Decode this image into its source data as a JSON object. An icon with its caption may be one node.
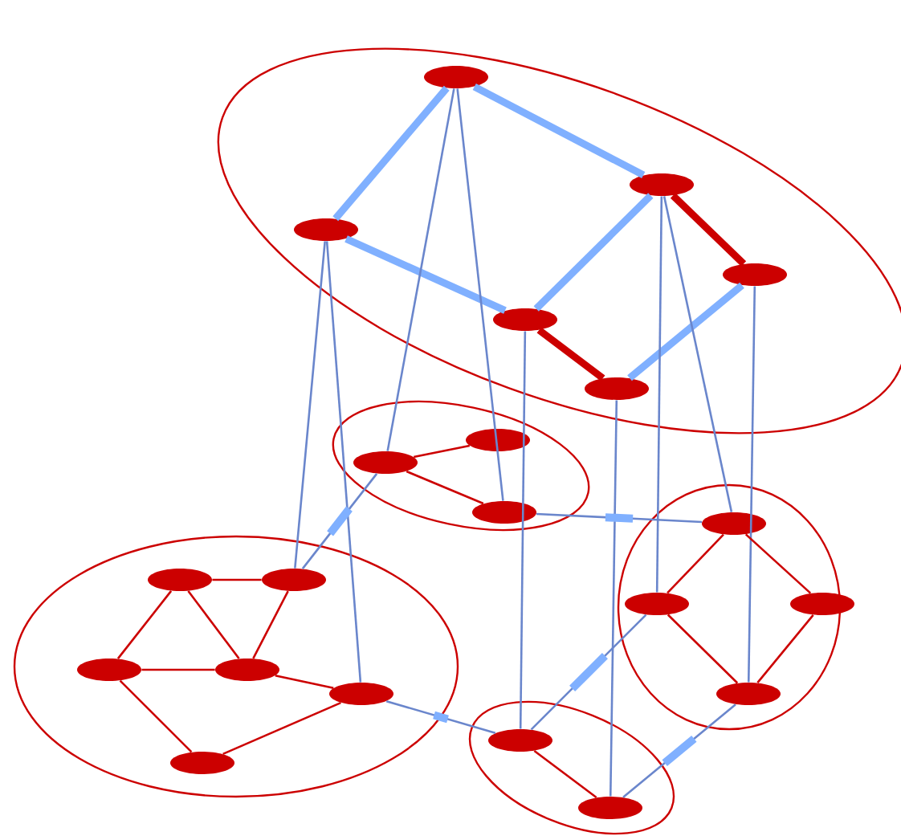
{
  "diagram": {
    "nodes": [
      {
        "text": [],
        "shape": "ellipse"
      },
      {
        "text": [],
        "shape": "ellipse",
        "in": 0
      },
      {
        "text": [],
        "shape": "ellipse",
        "in": 0
      },
      {
        "text": [],
        "shape": "ellipse",
        "in": 0
      },
      {
        "text": [],
        "shape": "ellipse",
        "in": 0
      },
      {
        "text": [],
        "shape": "ellipse",
        "in": 0
      },
      {
        "text": [],
        "shape": "ellipse",
        "in": 0
      },
      {
        "text": [],
        "shape": "ellipse"
      },
      {
        "text": [],
        "shape": "ellipse",
        "in": 7
      },
      {
        "text": [],
        "shape": "ellipse",
        "in": 7
      },
      {
        "text": [],
        "shape": "ellipse",
        "in": 7
      },
      {
        "text": [],
        "shape": "ellipse"
      },
      {
        "text": [],
        "shape": "ellipse",
        "in": 11
      },
      {
        "text": [],
        "shape": "ellipse",
        "in": 11
      },
      {
        "text": [],
        "shape": "ellipse",
        "in": 11
      },
      {
        "text": [],
        "shape": "ellipse",
        "in": 11
      },
      {
        "text": [],
        "shape": "ellipse",
        "in": 11
      },
      {
        "text": [],
        "shape": "ellipse",
        "in": 11
      },
      {
        "text": [],
        "shape": "ellipse"
      },
      {
        "text": [],
        "shape": "ellipse",
        "in": 18
      },
      {
        "text": [],
        "shape": "ellipse",
        "in": 18
      },
      {
        "text": [],
        "shape": "ellipse",
        "in": 18
      },
      {
        "text": [],
        "shape": "ellipse",
        "in": 18
      },
      {
        "text": [],
        "shape": "ellipse"
      },
      {
        "text": [],
        "shape": "ellipse",
        "in": 23
      },
      {
        "text": [],
        "shape": "ellipse",
        "in": 23
      }
    ],
    "edges": [
      {
        "from": 1,
        "to": 2,
        "arrow": "none",
        "style": "thick",
        "color": "#80b0ff"
      },
      {
        "from": 1,
        "to": 3,
        "arrow": "none",
        "style": "thick",
        "color": "#80b0ff"
      },
      {
        "from": 2,
        "to": 5,
        "arrow": "none",
        "style": "thick",
        "color": "#80b0ff"
      },
      {
        "from": 3,
        "to": 5,
        "arrow": "none",
        "style": "thick",
        "color": "#80b0ff"
      },
      {
        "from": 3,
        "to": 4,
        "arrow": "none",
        "style": "thick"
      },
      {
        "from": 5,
        "to": 6,
        "arrow": "none",
        "style": "thick"
      },
      {
        "from": 4,
        "to": 6,
        "arrow": "none",
        "style": "thick",
        "color": "#80b0ff"
      },
      {
        "from": 1,
        "to": 8,
        "arrow": "none",
        "color": "#6a86cc"
      },
      {
        "from": 1,
        "to": 10,
        "arrow": "none",
        "color": "#6a86cc"
      },
      {
        "from": 2,
        "to": 13,
        "arrow": "none",
        "color": "#6a86cc"
      },
      {
        "from": 2,
        "to": 16,
        "arrow": "none",
        "color": "#6a86cc"
      },
      {
        "from": 5,
        "to": 24,
        "arrow": "none",
        "color": "#6a86cc"
      },
      {
        "from": 6,
        "to": 25,
        "arrow": "none",
        "color": "#6a86cc"
      },
      {
        "from": 3,
        "to": 20,
        "arrow": "none",
        "color": "#6a86cc"
      },
      {
        "from": 3,
        "to": 19,
        "arrow": "none",
        "color": "#6a86cc"
      },
      {
        "from": 4,
        "to": 22,
        "arrow": "none",
        "color": "#6a86cc"
      },
      {
        "from": 8,
        "to": 13,
        "arrow": "none",
        "color": "#6a86cc"
      },
      {
        "from": 10,
        "to": 19,
        "arrow": "none",
        "color": "#6a86cc"
      },
      {
        "from": 16,
        "to": 24,
        "arrow": "none",
        "color": "#6a86cc"
      },
      {
        "from": 24,
        "to": 20,
        "arrow": "none",
        "color": "#6a86cc"
      },
      {
        "from": 25,
        "to": 22,
        "arrow": "none",
        "color": "#6a86cc"
      },
      {
        "from": 8,
        "to": 9,
        "arrow": "none"
      },
      {
        "from": 8,
        "to": 10,
        "arrow": "none"
      },
      {
        "from": 12,
        "to": 13,
        "arrow": "none"
      },
      {
        "from": 12,
        "to": 14,
        "arrow": "none"
      },
      {
        "from": 12,
        "to": 15,
        "arrow": "none"
      },
      {
        "from": 13,
        "to": 15,
        "arrow": "none"
      },
      {
        "from": 14,
        "to": 15,
        "arrow": "none"
      },
      {
        "from": 14,
        "to": 17,
        "arrow": "none"
      },
      {
        "from": 15,
        "to": 16,
        "arrow": "none"
      },
      {
        "from": 16,
        "to": 17,
        "arrow": "none"
      },
      {
        "from": 19,
        "to": 20,
        "arrow": "none"
      },
      {
        "from": 19,
        "to": 21,
        "arrow": "none"
      },
      {
        "from": 20,
        "to": 22,
        "arrow": "none"
      },
      {
        "from": 21,
        "to": 22,
        "arrow": "none"
      },
      {
        "from": 24,
        "to": 25,
        "arrow": "none"
      }
    ]
  }
}
